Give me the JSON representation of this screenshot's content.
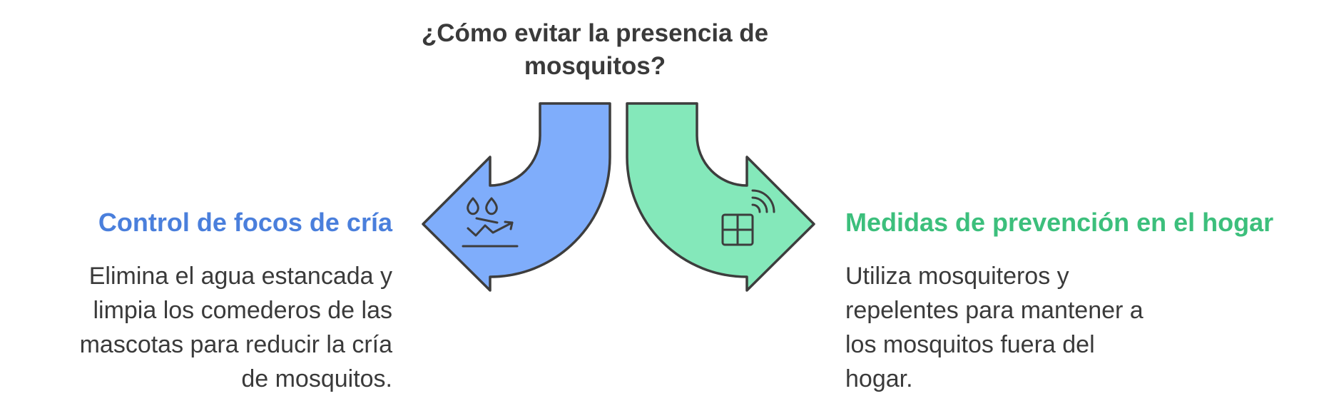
{
  "title": "¿Cómo evitar la presencia de\nmosquitos?",
  "colors": {
    "left_accent": "#4a7fdc",
    "left_fill": "#7fadfb",
    "right_accent": "#3cbf7c",
    "right_fill": "#84e8ba",
    "outline": "#3d3d3d"
  },
  "left": {
    "heading": "Control de focos de cría",
    "description": "Elimina el agua estancada y\nlimpia los comederos de las\nmascotas para reducir la cría\nde mosquitos.",
    "icon": "water-drops-trend-icon"
  },
  "right": {
    "heading": "Medidas de prevención en el hogar",
    "description": "Utiliza mosquiteros y\nrepelentes para mantener a\nlos mosquitos fuera del\nhogar.",
    "icon": "window-signal-icon"
  }
}
